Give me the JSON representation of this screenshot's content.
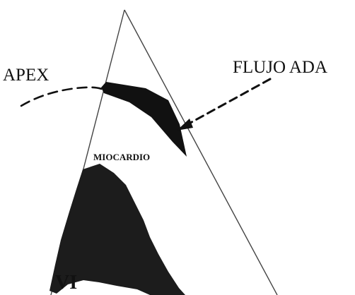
{
  "labels": {
    "apex": "APEX",
    "flujo": "FLUJO ADA",
    "miocardio": "MIOCARDIO",
    "vi": "VI"
  },
  "colors": {
    "background": "#ffffff",
    "ink": "#111111",
    "line": "#444444"
  }
}
